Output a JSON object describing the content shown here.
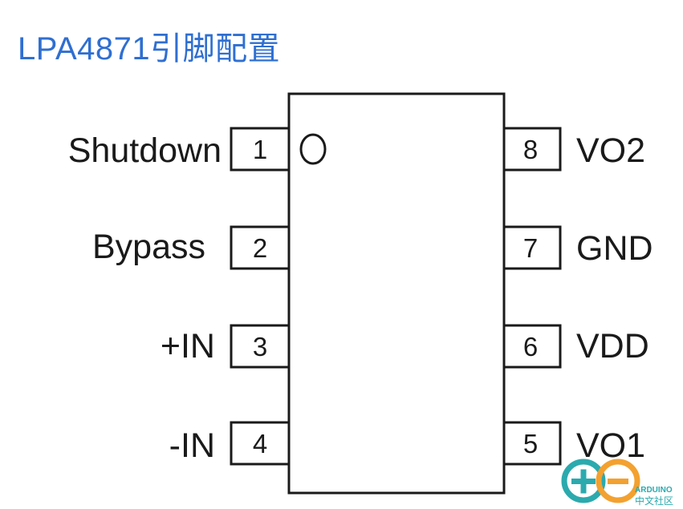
{
  "title": "LPA4871引脚配置",
  "chip": {
    "left_pins": [
      {
        "number": "1",
        "label": "Shutdown"
      },
      {
        "number": "2",
        "label": "Bypass"
      },
      {
        "number": "3",
        "label": "+IN"
      },
      {
        "number": "4",
        "label": "-IN"
      }
    ],
    "right_pins": [
      {
        "number": "8",
        "label": "VO2"
      },
      {
        "number": "7",
        "label": "GND"
      },
      {
        "number": "6",
        "label": "VDD"
      },
      {
        "number": "5",
        "label": "VO1"
      }
    ]
  },
  "watermark": {
    "brand": "ARDUINO",
    "subtitle": "中文社区",
    "teal": "#1aa3a8",
    "orange": "#f39a1e"
  },
  "colors": {
    "title": "#2f6fd1",
    "line": "#1a1a1a"
  }
}
